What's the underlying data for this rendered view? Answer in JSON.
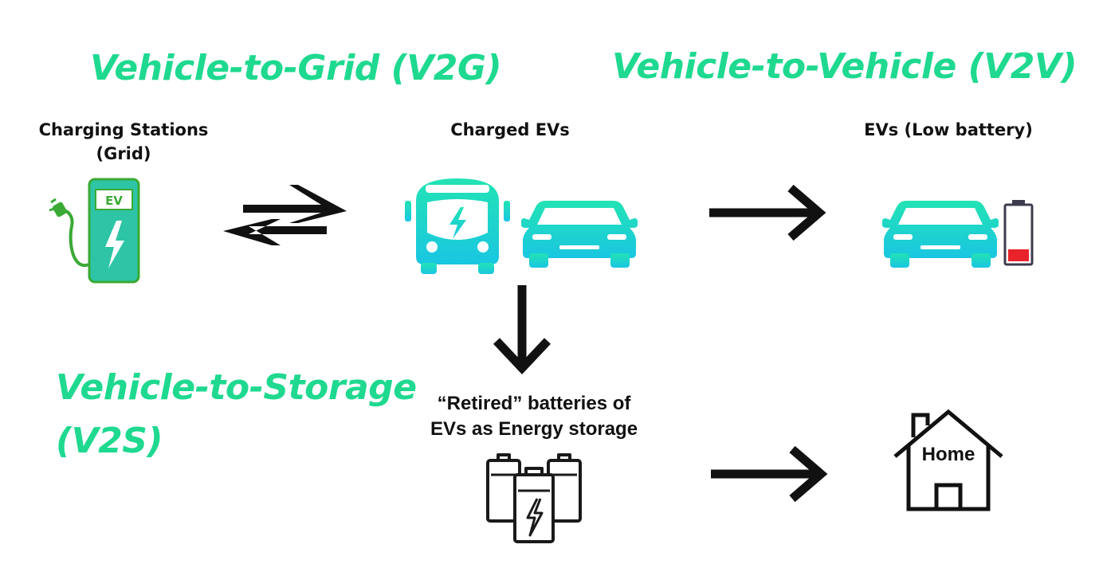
{
  "headings": {
    "v2g": "Vehicle-to-Grid (V2G)",
    "v2v": "Vehicle-to-Vehicle (V2V)",
    "v2s_line1": "Vehicle-to-Storage",
    "v2s_line2": "(V2S)"
  },
  "labels": {
    "charging_stations_line1": "Charging Stations",
    "charging_stations_line2": "(Grid)",
    "charged_evs": "Charged EVs",
    "evs_low_battery": "EVs (Low battery)",
    "retired_line1": "“Retired” batteries of",
    "retired_line2": "EVs as Energy storage",
    "home": "Home",
    "ev_sign": "EV"
  },
  "icons": {
    "charger": "ev-charging-station-icon",
    "bus": "electric-bus-icon",
    "car": "car-icon",
    "battery_low": "low-battery-icon",
    "batteries": "battery-stack-icon",
    "house": "house-icon",
    "bidirectional_arrow": "bidirectional-arrow-icon"
  },
  "colors": {
    "heading_green": "#1ed98f",
    "ev_teal_top": "#22e3b4",
    "ev_teal_bottom": "#1ac6e2",
    "charger_green": "#3aaa35",
    "battery_red": "#e8232a",
    "black": "#111111"
  }
}
